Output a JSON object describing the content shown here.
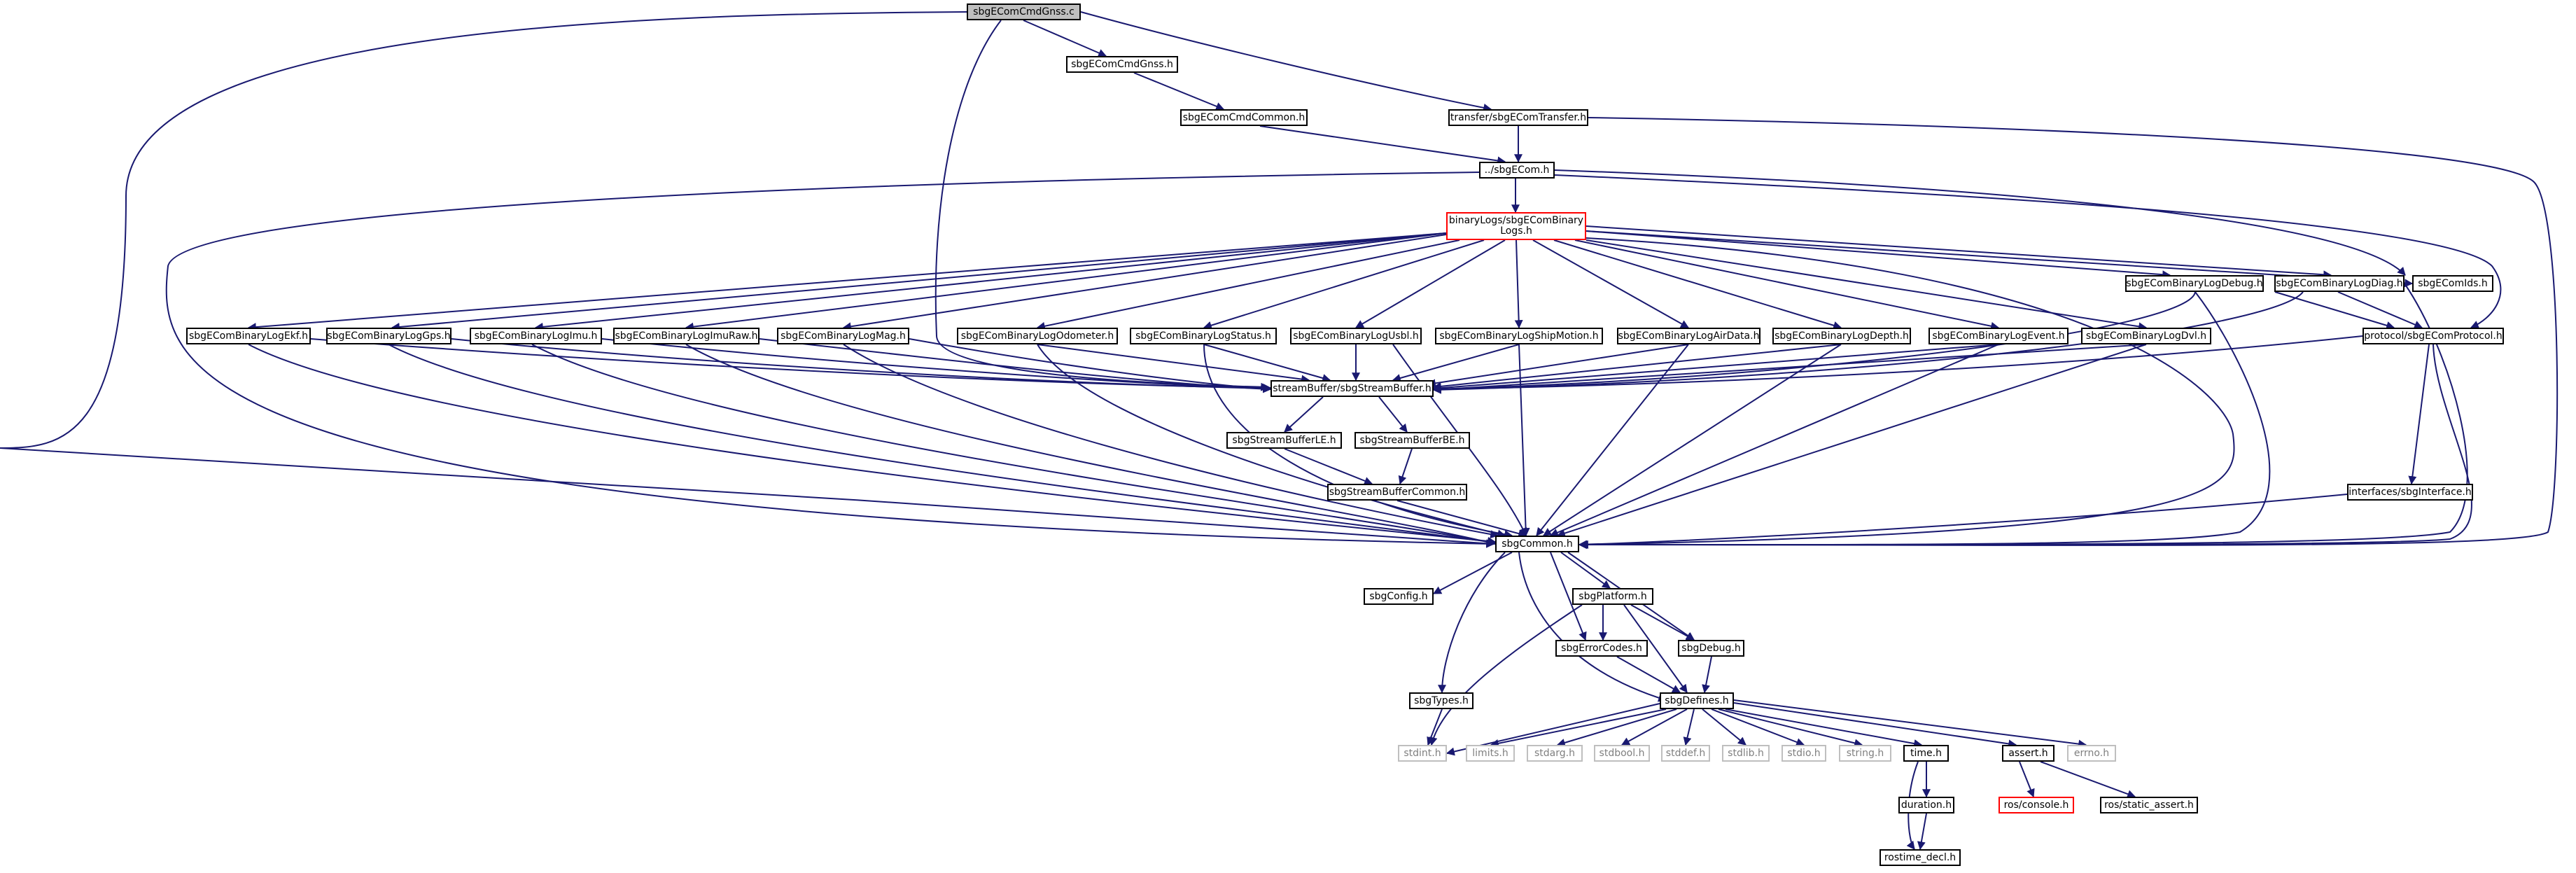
{
  "graph": {
    "title": "sbgEComCmdGnss.c",
    "edge_color": "#191970",
    "nodes": {
      "root": "sbgEComCmdGnss.c",
      "cmdgnss_h": "sbgEComCmdGnss.h",
      "cmdcommon_h": "sbgEComCmdCommon.h",
      "transfer_h": "transfer/sbgEComTransfer.h",
      "ecom_h": "../sbgECom.h",
      "binarylogs_h_line1": "binaryLogs/sbgEComBinary",
      "binarylogs_h_line2": "Logs.h",
      "ids_h": "sbgEComIds.h",
      "logdebug_h": "sbgEComBinaryLogDebug.h",
      "logdiag_h": "sbgEComBinaryLogDiag.h",
      "logekf_h": "sbgEComBinaryLogEkf.h",
      "loggps_h": "sbgEComBinaryLogGps.h",
      "logimu_h": "sbgEComBinaryLogImu.h",
      "logimuraw_h": "sbgEComBinaryLogImuRaw.h",
      "logmag_h": "sbgEComBinaryLogMag.h",
      "logodometer_h": "sbgEComBinaryLogOdometer.h",
      "logstatus_h": "sbgEComBinaryLogStatus.h",
      "logusbl_h": "sbgEComBinaryLogUsbl.h",
      "logshipmotion_h": "sbgEComBinaryLogShipMotion.h",
      "logairdata_h": "sbgEComBinaryLogAirData.h",
      "logdepth_h": "sbgEComBinaryLogDepth.h",
      "logevent_h": "sbgEComBinaryLogEvent.h",
      "logdvl_h": "sbgEComBinaryLogDvl.h",
      "protocol_h": "protocol/sbgEComProtocol.h",
      "streambuffer_h": "streamBuffer/sbgStreamBuffer.h",
      "streambufferle_h": "sbgStreamBufferLE.h",
      "streambufferbe_h": "sbgStreamBufferBE.h",
      "streambuffercommon_h": "sbgStreamBufferCommon.h",
      "interface_h": "interfaces/sbgInterface.h",
      "common_h": "sbgCommon.h",
      "config_h": "sbgConfig.h",
      "platform_h": "sbgPlatform.h",
      "errorcodes_h": "sbgErrorCodes.h",
      "debug_h": "sbgDebug.h",
      "types_h": "sbgTypes.h",
      "defines_h": "sbgDefines.h",
      "stdint_h": "stdint.h",
      "limits_h": "limits.h",
      "stdarg_h": "stdarg.h",
      "stdbool_h": "stdbool.h",
      "stddef_h": "stddef.h",
      "stdlib_h": "stdlib.h",
      "stdio_h": "stdio.h",
      "string_h": "string.h",
      "time_h": "time.h",
      "assert_h": "assert.h",
      "errno_h": "errno.h",
      "ros_console_h": "ros/console.h",
      "ros_static_assert_h": "ros/static_assert.h",
      "duration_h": "duration.h",
      "rostime_decl_h": "rostime_decl.h"
    }
  }
}
